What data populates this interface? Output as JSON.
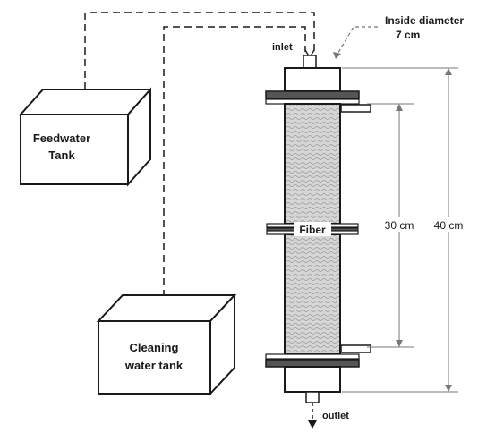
{
  "labels": {
    "inlet": "inlet",
    "outlet": "outlet",
    "inside_diameter_line1": "Inside diameter",
    "inside_diameter_line2": "7 cm",
    "fiber": "Fiber",
    "length_30": "30 cm",
    "length_40": "40 cm",
    "feedwater_line1": "Feedwater",
    "feedwater_line2": "Tank",
    "cleaning_line1": "Cleaning",
    "cleaning_line2": "water tank"
  },
  "colors": {
    "stroke": "#1a1a1a",
    "fiber_fill": "#cfcfcf",
    "dimension_line": "#777777"
  }
}
